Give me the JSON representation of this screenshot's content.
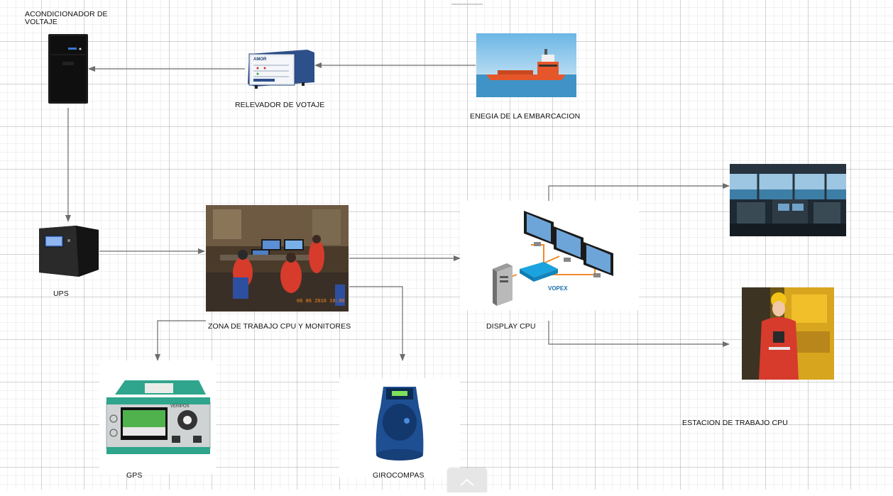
{
  "diagram": {
    "labels": {
      "conditioner": "ACONDICIONADOR DE\nVOLTAJE",
      "relay": "RELEVADOR DE VOTAJE",
      "ship_power": "ENEGIA DE LA EMBARCACION",
      "ups": "UPS",
      "work_zone": "ZONA DE TRABAJO CPU  Y MONITORES",
      "display_cpu": "DISPLAY CPU",
      "workstation": "ESTACION DE TRABAJO CPU",
      "gps": "GPS",
      "gyrocompass": "GIROCOMPAS"
    },
    "device_text": {
      "relay_brand": "AMOR",
      "vopex_brand": "VOPEX",
      "cam_timestamp": "06 06 2016  10:30",
      "gps_brand": "VERIPOS"
    },
    "colors": {
      "connector": "#6d6d6d",
      "ship_hull": "#e5572a",
      "sea": "#3f93c6",
      "coverall": "#d63b2c",
      "network_cable": "#f08a2c",
      "splitter": "#1aa3de",
      "device_green": "#2fa58d",
      "gyro_blue": "#1d4f92"
    }
  }
}
